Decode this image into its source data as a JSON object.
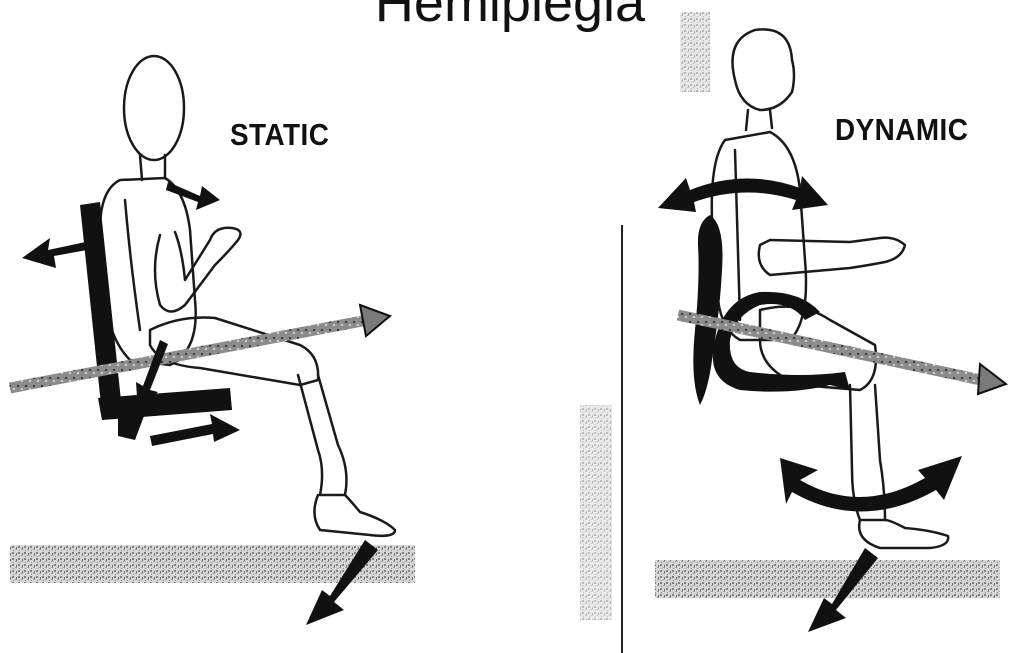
{
  "title": "Hemiplegia",
  "panels": {
    "static": {
      "label": "STATIC"
    },
    "dynamic": {
      "label": "DYNAMIC"
    }
  },
  "colors": {
    "outline": "#1a1a1a",
    "arrow": "#111111",
    "speckle": "#9a9a9a",
    "background": "#ffffff"
  }
}
